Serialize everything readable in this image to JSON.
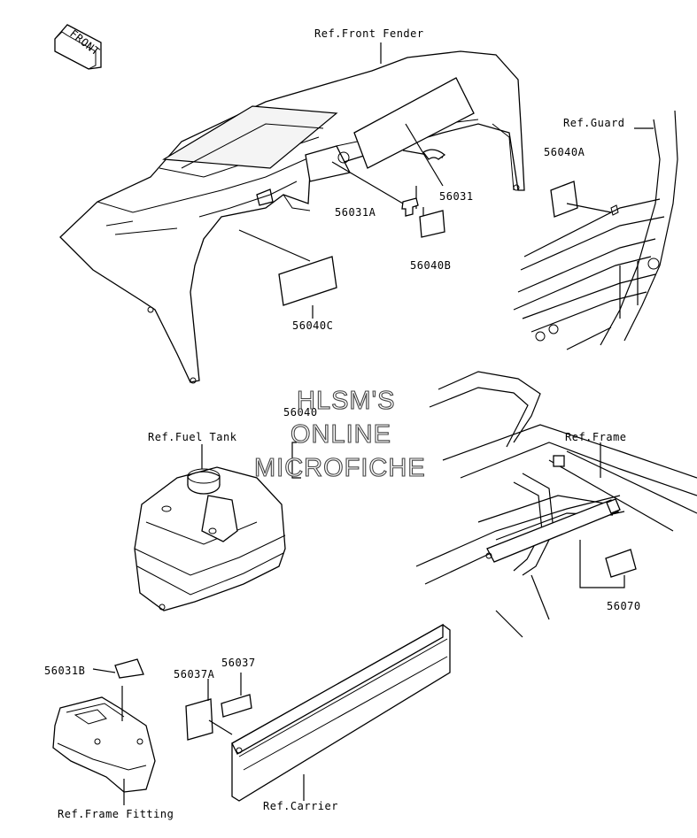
{
  "front_badge": "FRONT",
  "watermark": [
    "HLSM'S",
    "ONLINE",
    "MICROFICHE"
  ],
  "labels": {
    "ref_front_fender": "Ref.Front Fender",
    "ref_guard": "Ref.Guard",
    "p56040A": "56040A",
    "p56031": "56031",
    "p56031A": "56031A",
    "p56040B": "56040B",
    "p56040C": "56040C",
    "p56040": "56040",
    "ref_fuel_tank": "Ref.Fuel Tank",
    "ref_frame": "Ref.Frame",
    "p56070": "56070",
    "p56031B": "56031B",
    "p56037A": "56037A",
    "p56037": "56037",
    "ref_frame_fitting": "Ref.Frame Fitting",
    "ref_carrier": "Ref.Carrier"
  }
}
